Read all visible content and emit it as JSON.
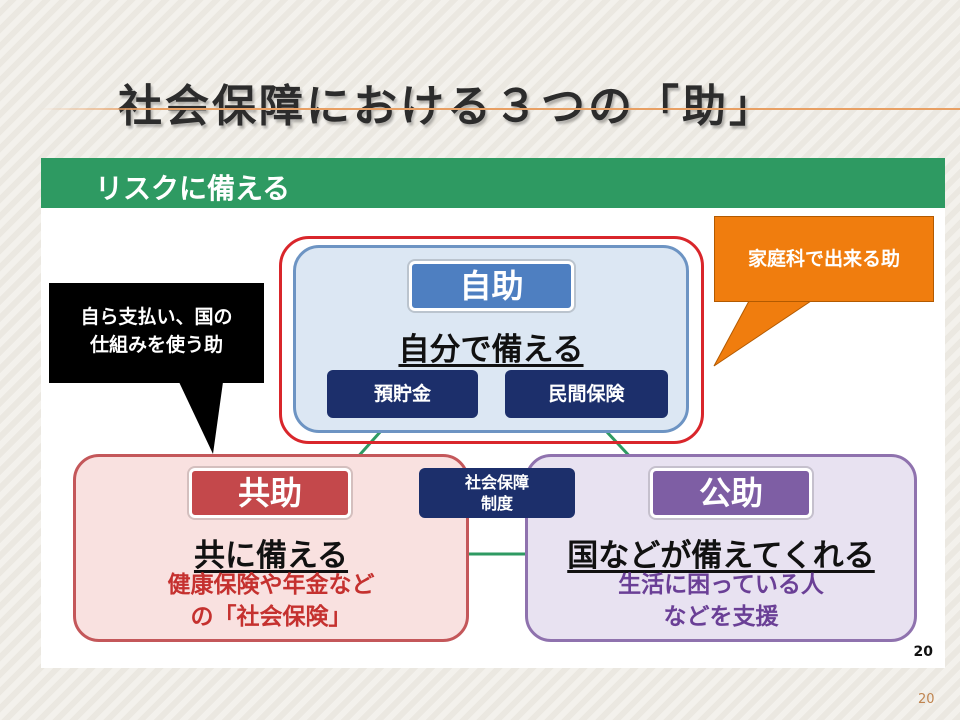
{
  "slide": {
    "title": "社会保障における３つの「助」",
    "slide_number": "20"
  },
  "panel": {
    "header": "リスクに備える",
    "panel_number": "20"
  },
  "jijo": {
    "label": "自助",
    "heading": "自分で備える",
    "items": [
      "預貯金",
      "民間保険"
    ]
  },
  "kyojo": {
    "label": "共助",
    "heading": "共に備える",
    "sub_lines": [
      "健康保険や年金など",
      "の「社会保険」"
    ]
  },
  "kojo": {
    "label": "公助",
    "heading": "国などが備えてくれる",
    "sub_lines": [
      "生活に困っている人",
      "などを支援"
    ]
  },
  "center": {
    "lines": [
      "社会保障",
      "制度"
    ]
  },
  "callouts": {
    "black_lines": [
      "自ら支払い、国の",
      "仕組みを使う助"
    ],
    "orange": "家庭科で出来る助"
  },
  "colors": {
    "header_green": "#2e9a62",
    "jijo_blue": "#4e7fc1",
    "kyojo_red": "#c4484b",
    "kojo_purple": "#7e5ea4",
    "navy": "#1c2f6b",
    "orange": "#f07d0e",
    "frame_red": "#d9262b"
  }
}
